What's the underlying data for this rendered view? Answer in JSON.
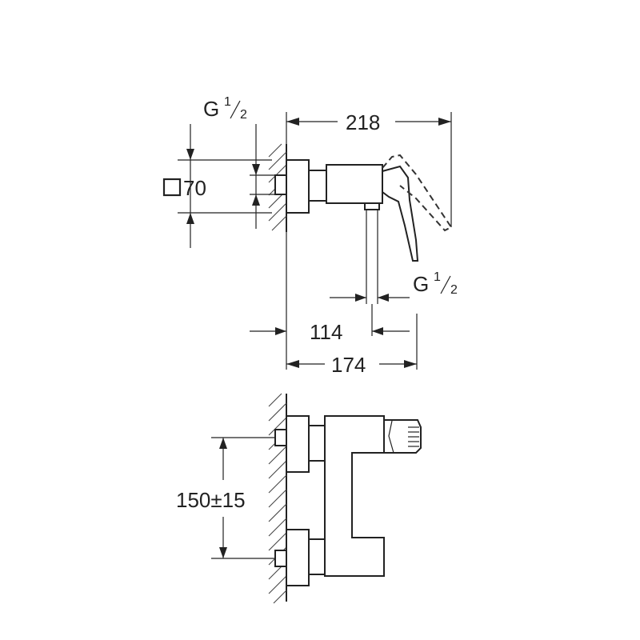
{
  "dimensions": {
    "thread_left": {
      "prefix": "G",
      "num": "1",
      "den": "2"
    },
    "square_size": "70",
    "overall_depth": "218",
    "thread_bottom": {
      "prefix": "G",
      "num": "1",
      "den": "2"
    },
    "outlet_depth": "114",
    "body_depth": "174",
    "inlet_spacing": "150±15"
  }
}
